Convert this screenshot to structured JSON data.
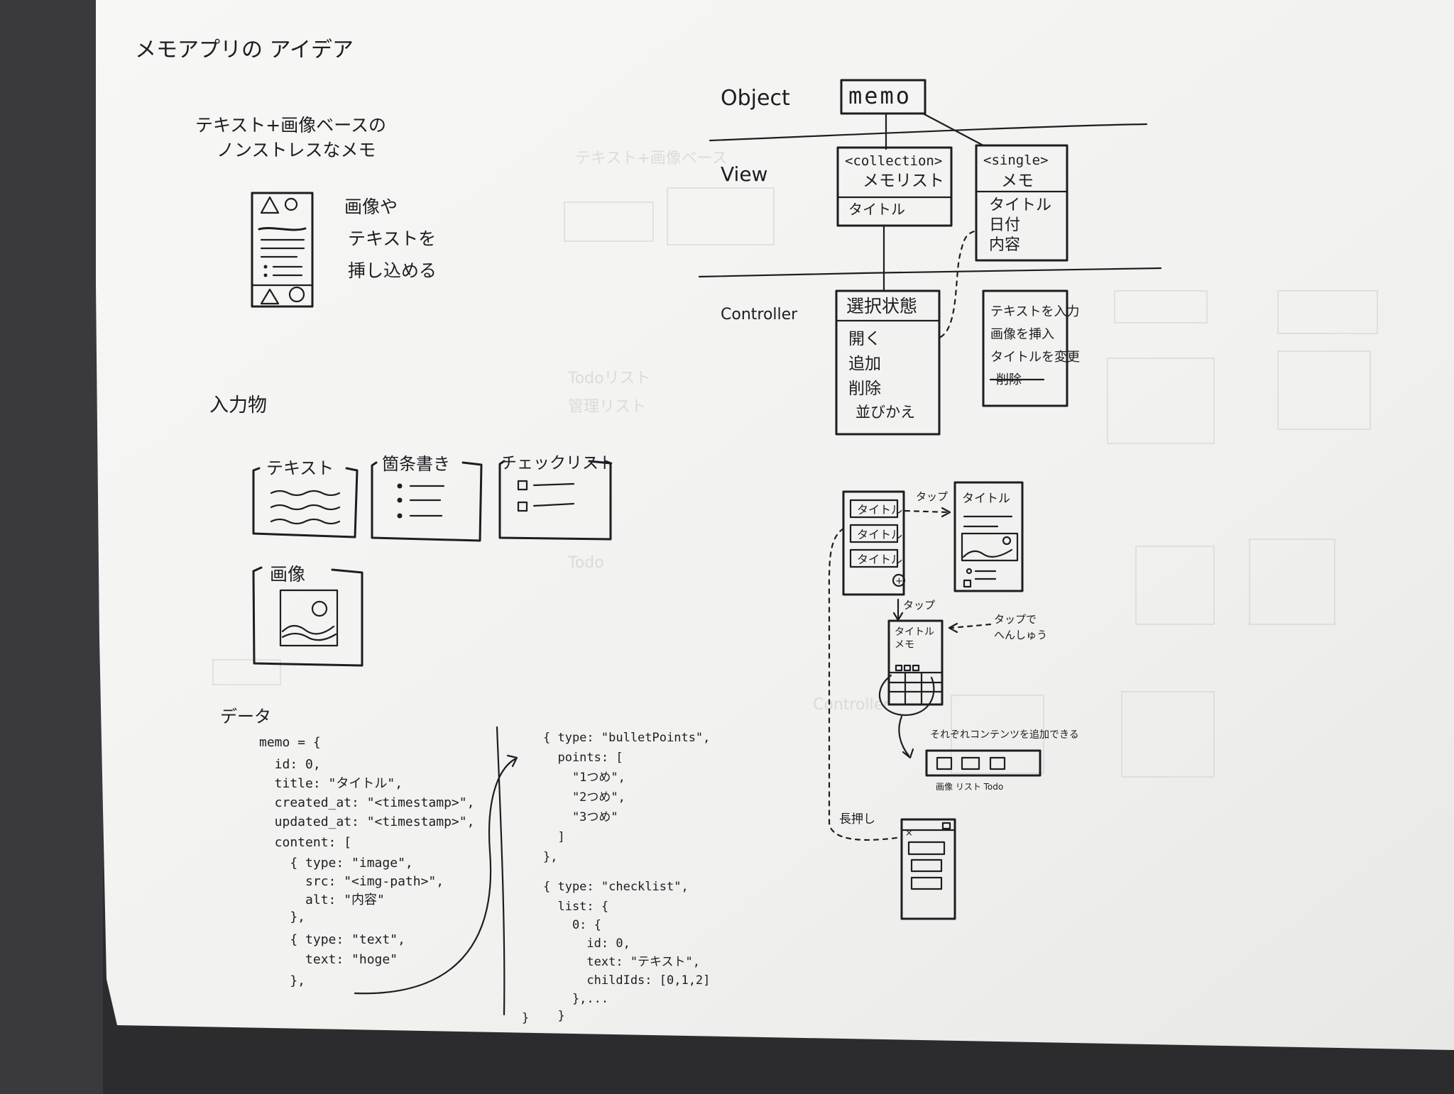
{
  "page_title": "メモアプリの アイデア",
  "concept": {
    "line1": "テキスト+画像ベースの",
    "line2": "ノンストレスなメモ",
    "note1": "画像や",
    "note2": "テキストを",
    "note3": "挿し込める"
  },
  "inputs": {
    "heading": "入力物",
    "text_card": "テキスト",
    "bullets_card": "箇条書き",
    "checklist_card": "チェックリスト",
    "image_card": "画像"
  },
  "architecture": {
    "layer_object": "Object",
    "layer_view": "View",
    "layer_controller": "Controller",
    "memo_box": "memo",
    "collection_tag": "<collection>",
    "collection_name": "メモリスト",
    "collection_field": "タイトル",
    "single_tag": "<single>",
    "single_name": "メモ",
    "single_fields": [
      "タイトル",
      "日付",
      "内容"
    ],
    "list_controller_title": "選択状態",
    "list_controller_actions": [
      "開く",
      "追加",
      "削除",
      "並びかえ"
    ],
    "single_controller_actions": [
      "テキストを入力",
      "画像を挿入",
      "タイトルを変更",
      "削除"
    ]
  },
  "flow": {
    "list_items": [
      "タイトル",
      "タイトル",
      "タイトル"
    ],
    "tap_label": "タップ",
    "tap_label_2": "タップ",
    "detail_title": "タイトル",
    "edit_title": "タイトル",
    "edit_memo": "メモ",
    "tap_edit_line1": "タップで",
    "tap_edit_line2": "へんしゅう",
    "add_content_note": "それぞれコンテンツを追加できる",
    "content_types": "画像 リスト Todo",
    "long_press": "長押し"
  },
  "data_section": {
    "heading": "データ",
    "code_left": [
      "memo = {",
      "  id: 0,",
      "  title: \"タイトル\",",
      "  created_at: \"<timestamp>\",",
      "  updated_at: \"<timestamp>\",",
      "  content: [",
      "    { type: \"image\",",
      "      src: \"<img-path>\",",
      "      alt: \"内容\"",
      "    },",
      "    { type: \"text\",",
      "      text: \"hoge\"",
      "    },"
    ],
    "code_right": [
      "{ type: \"bulletPoints\",",
      "  points: [",
      "    \"1つめ\",",
      "    \"2つめ\",",
      "    \"3つめ\"",
      "  ]",
      "},",
      "{ type: \"checklist\",",
      "  list: {",
      "    0: {",
      "      id: 0,",
      "      text: \"テキスト\",",
      "      childIds: [0,1,2]",
      "    },...",
      "  }",
      "}"
    ]
  },
  "colors": {
    "paper": "#f3f3f1",
    "ink": "#1d1d22",
    "background": "#2b2b2d"
  }
}
